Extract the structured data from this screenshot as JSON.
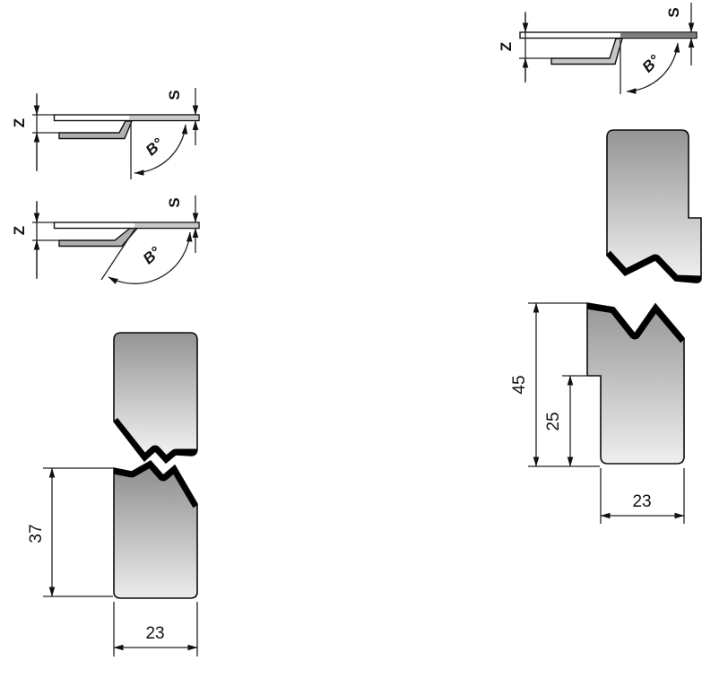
{
  "diagram": {
    "labels": {
      "offset": "Z",
      "thickness": "S",
      "angle": "B°"
    },
    "left_tool": {
      "die_height": "37",
      "die_width": "23"
    },
    "right_tool": {
      "die_height": "45",
      "die_step_height": "25",
      "die_width": "23"
    },
    "colors": {
      "background": "#ffffff",
      "outline": "#111111",
      "edge_black": "#000000",
      "sheet_upper_light": "#c9c9c9",
      "sheet_lower_gray": "#b0b0b0",
      "sheet_upper_dark": "#7d7d7d",
      "sheet_lower_light": "#c6c6c6",
      "tool_gradient_top": "#949494",
      "tool_gradient_bottom": "#f6f6f6"
    }
  }
}
